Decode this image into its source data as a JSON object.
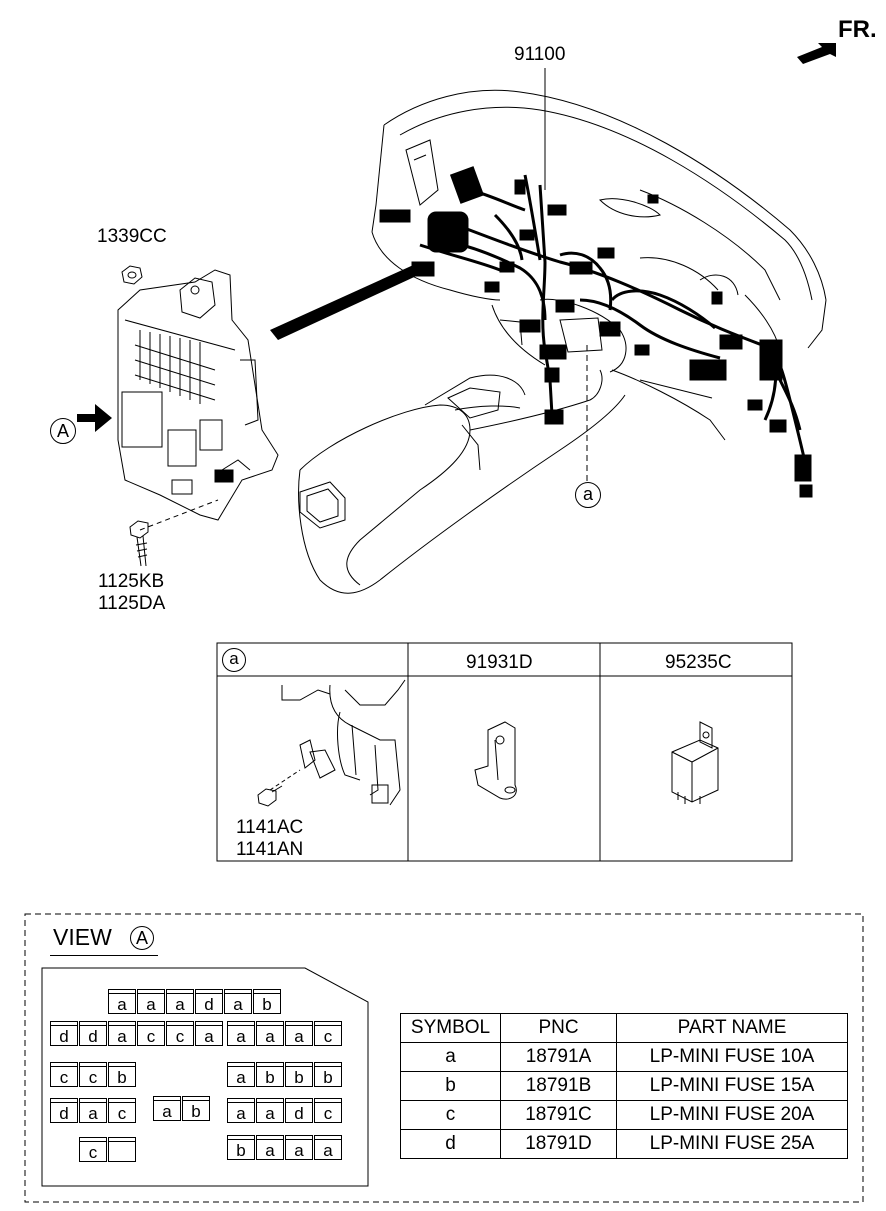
{
  "direction_label": "FR.",
  "parts": {
    "harness": "91100",
    "nut": "1339CC",
    "bolt_1": "1125KB",
    "bolt_2": "1125DA",
    "detail_bolt_1": "1141AC",
    "detail_bolt_2": "1141AN",
    "bracket": "91931D",
    "relay": "95235C"
  },
  "callouts": {
    "view_marker": "A",
    "detail_marker": "a"
  },
  "detail_table": {
    "marker": "a",
    "headers": [
      "91931D",
      "95235C"
    ]
  },
  "view": {
    "title": "VIEW",
    "marker": "A",
    "fuse_layout": [
      [
        "a",
        "a",
        "a",
        "d",
        "a",
        "b"
      ],
      [
        "d",
        "d",
        "a",
        "c",
        "c",
        "a",
        "a",
        "a",
        "a",
        "c"
      ],
      [
        "c",
        "c",
        "b"
      ],
      [
        "a",
        "b",
        "b",
        "b"
      ],
      [
        "d",
        "a",
        "c"
      ],
      [
        "a",
        "b"
      ],
      [
        "a",
        "a",
        "d",
        "c"
      ],
      [
        "c",
        ""
      ],
      [
        "b",
        "a",
        "a",
        "a"
      ]
    ]
  },
  "symbol_table": {
    "headers": [
      "SYMBOL",
      "PNC",
      "PART NAME"
    ],
    "rows": [
      [
        "a",
        "18791A",
        "LP-MINI FUSE 10A"
      ],
      [
        "b",
        "18791B",
        "LP-MINI FUSE 15A"
      ],
      [
        "c",
        "18791C",
        "LP-MINI FUSE 20A"
      ],
      [
        "d",
        "18791D",
        "LP-MINI FUSE 25A"
      ]
    ]
  }
}
